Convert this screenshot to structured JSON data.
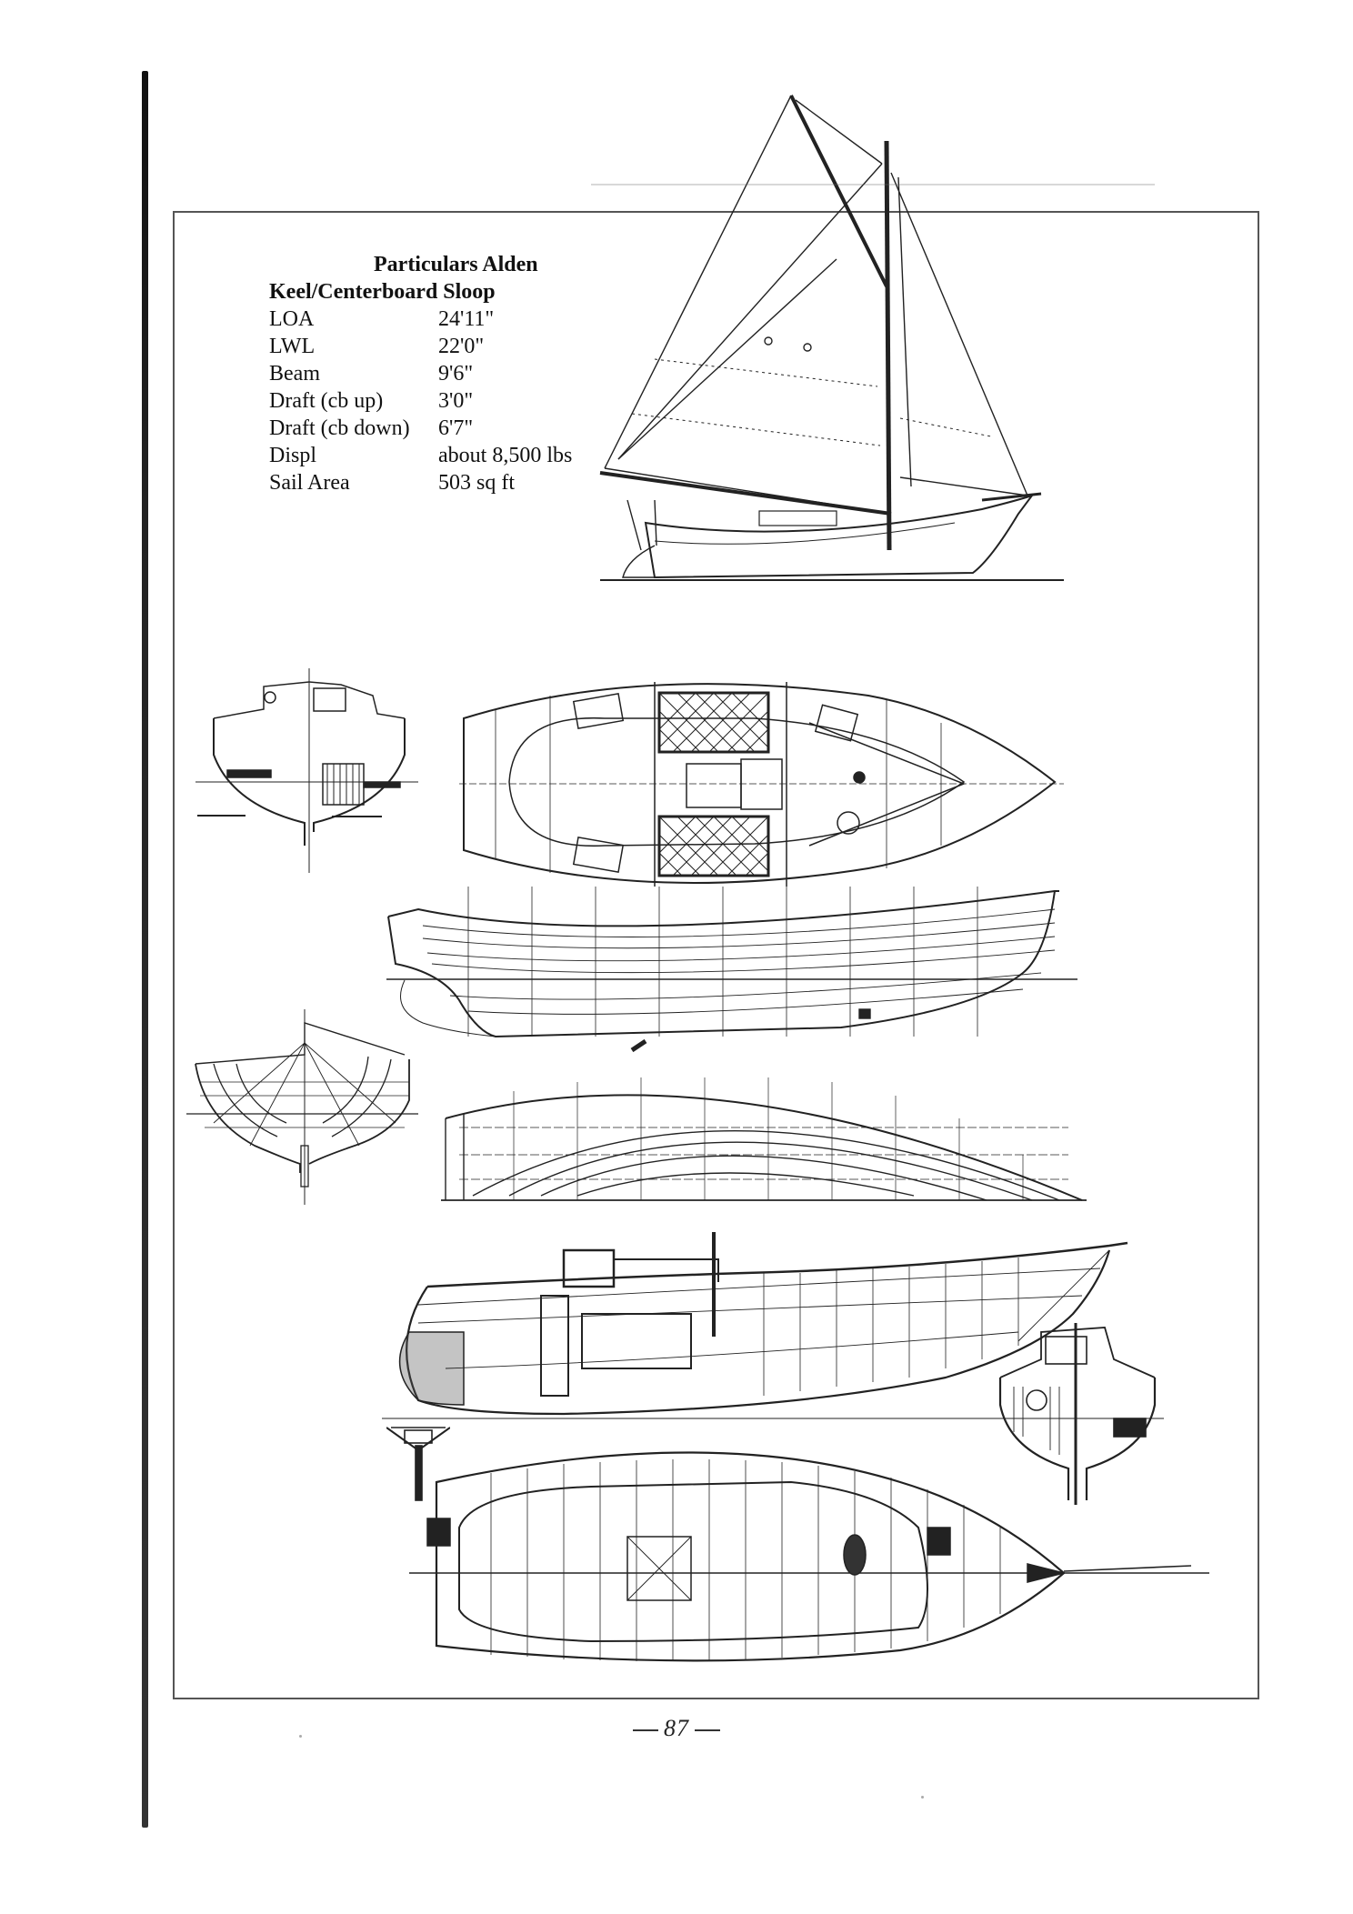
{
  "page": {
    "page_number": "87",
    "background": "#ffffff",
    "line_color": "#222222"
  },
  "particulars": {
    "title_line1": "Particulars Alden",
    "title_line2": "Keel/Centerboard Sloop",
    "rows": [
      {
        "label": "LOA",
        "value": "24'11\""
      },
      {
        "label": "LWL",
        "value": "22'0\""
      },
      {
        "label": "Beam",
        "value": "9'6\""
      },
      {
        "label": "Draft (cb up)",
        "value": "3'0\""
      },
      {
        "label": "Draft (cb down)",
        "value": "6'7\""
      },
      {
        "label": "Displ",
        "value": "about 8,500 lbs"
      },
      {
        "label": "Sail Area",
        "value": "503 sq ft"
      }
    ]
  },
  "drawings": [
    {
      "id": "sail-plan",
      "description": "Gaff sloop sail plan profile"
    },
    {
      "id": "midship-section-small",
      "description": "Half sections at cabin and cockpit"
    },
    {
      "id": "deck-plan",
      "description": "Accommodation / deck plan with cushions"
    },
    {
      "id": "hull-profile-lines",
      "description": "Profile lines with waterlines"
    },
    {
      "id": "body-plan",
      "description": "Body plan sections"
    },
    {
      "id": "half-breadth-plan",
      "description": "Half-breadth waterlines"
    },
    {
      "id": "construction-profile",
      "description": "Inboard construction profile"
    },
    {
      "id": "construction-section",
      "description": "Midship construction section"
    },
    {
      "id": "construction-plan",
      "description": "Construction plan view"
    },
    {
      "id": "keel-section-small",
      "description": "Small keel cross section"
    }
  ]
}
